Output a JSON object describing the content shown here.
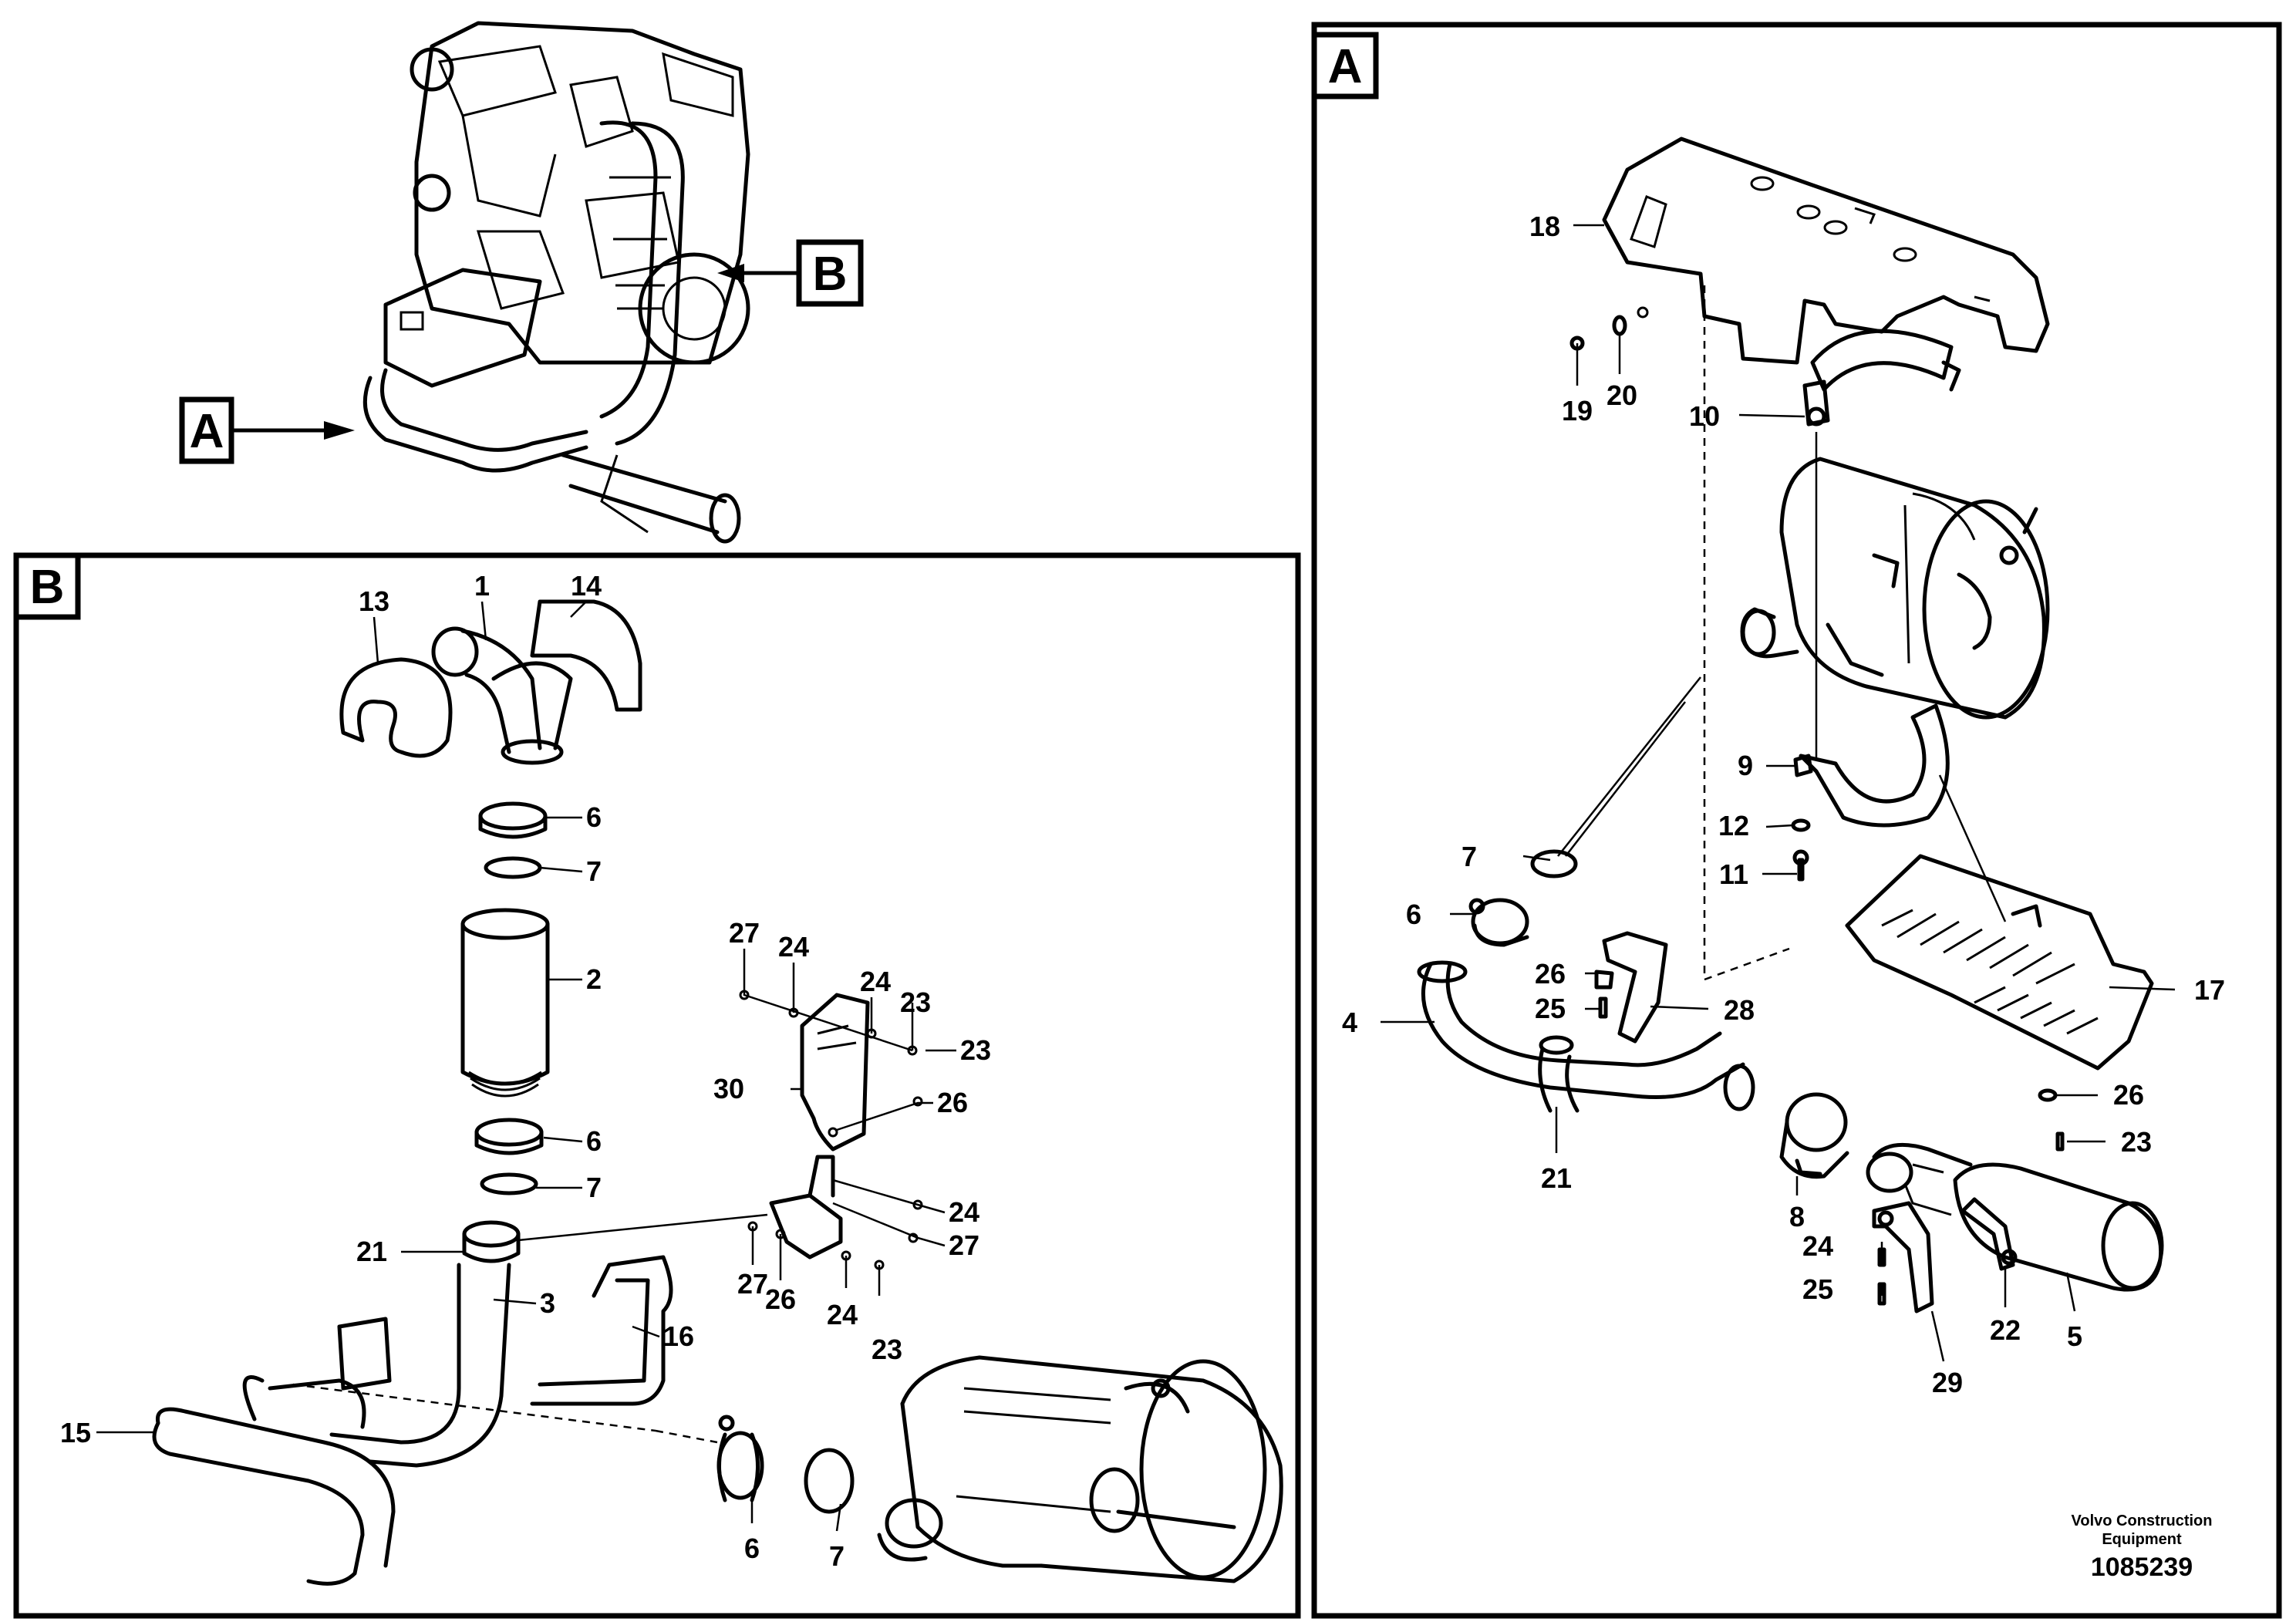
{
  "overview": {
    "callout_a": "A",
    "callout_b": "B"
  },
  "panel_a": {
    "title": "A",
    "labels": {
      "p18": "18",
      "p19": "19",
      "p20": "20",
      "p10": "10",
      "p9": "9",
      "p12": "12",
      "p11": "11",
      "p7": "7",
      "p6": "6",
      "p4": "4",
      "p26a": "26",
      "p25a": "25",
      "p28": "28",
      "p17": "17",
      "p26b": "26",
      "p23": "23",
      "p21": "21",
      "p8": "8",
      "p24": "24",
      "p25b": "25",
      "p22": "22",
      "p5": "5",
      "p29": "29"
    }
  },
  "panel_b": {
    "title": "B",
    "labels": {
      "p13": "13",
      "p1": "1",
      "p14": "14",
      "p6a": "6",
      "p7a": "7",
      "p2": "2",
      "p6b": "6",
      "p7b": "7",
      "p21": "21",
      "p3": "3",
      "p16": "16",
      "p15": "15",
      "p6c": "6",
      "p7c": "7",
      "p27a": "27",
      "p24a": "24",
      "p24b": "24",
      "p23a": "23",
      "p23b": "23",
      "p30": "30",
      "p26a": "26",
      "p24c": "24",
      "p27b": "27",
      "p27c": "27",
      "p26b": "26",
      "p24d": "24",
      "p23c": "23"
    }
  },
  "footer": {
    "company_line1": "Volvo Construction",
    "company_line2": "Equipment",
    "document_number": "1085239"
  }
}
